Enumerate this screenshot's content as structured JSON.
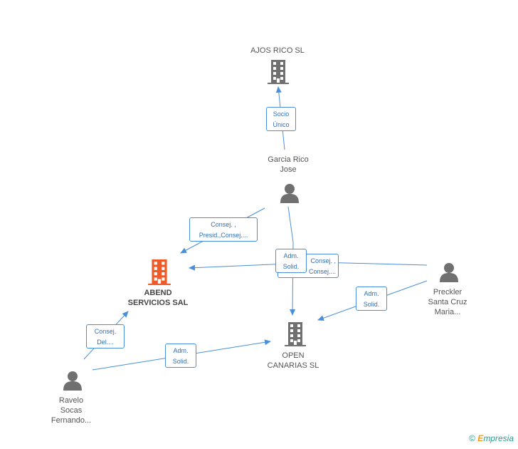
{
  "nodes": {
    "ajos": {
      "name": "AJOS RICO SL",
      "type": "company"
    },
    "abend": {
      "name_lines": [
        "ABEND",
        "SERVICIOS SAL"
      ],
      "type": "company-focus"
    },
    "open": {
      "name_lines": [
        "OPEN",
        "CANARIAS SL"
      ],
      "type": "company"
    },
    "garcia": {
      "name_lines": [
        "Garcia Rico",
        "Jose"
      ],
      "type": "person"
    },
    "preckler": {
      "name_lines": [
        "Preckler",
        "Santa Cruz",
        "Maria..."
      ],
      "type": "person"
    },
    "ravelo": {
      "name_lines": [
        "Ravelo",
        "Socas",
        "Fernando..."
      ],
      "type": "person"
    }
  },
  "edge_labels": {
    "socio": [
      "Socio",
      "Único"
    ],
    "consej_presid": [
      "Consej. ,",
      "Presid.,Consej...."
    ],
    "consej_back": [
      "Consej. ,",
      "Consej...."
    ],
    "adm_garcia": [
      "Adm.",
      "Solid."
    ],
    "adm_preckler": [
      "Adm.",
      "Solid."
    ],
    "consej_del": [
      "Consej.",
      "Del...."
    ],
    "adm_ravelo": [
      "Adm.",
      "Solid."
    ]
  },
  "colors": {
    "edge": "#4a90d9",
    "company_icon": "#707070",
    "focus_icon": "#f05a28",
    "person_icon": "#707070"
  },
  "footer": {
    "symbol": "©",
    "brand_e": "E",
    "brand_rest": "mpresia"
  }
}
